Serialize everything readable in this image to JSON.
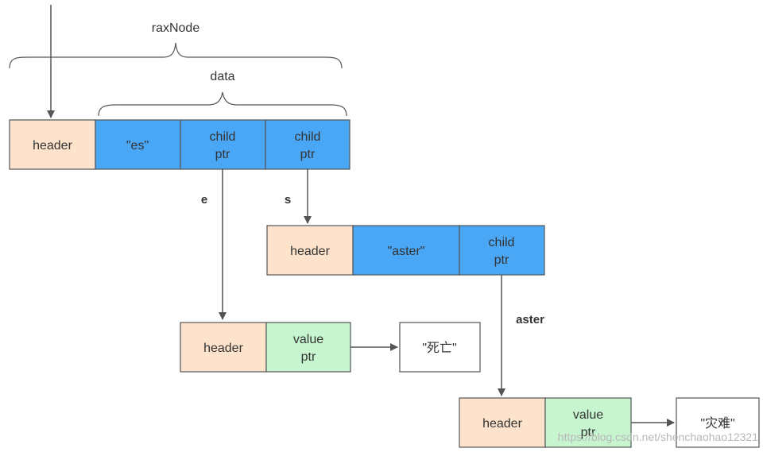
{
  "labels": {
    "raxnode": "raxNode",
    "data": "data"
  },
  "root_node": {
    "header": "header",
    "data_key": "\"es\"",
    "child1": [
      "child",
      "ptr"
    ],
    "child2": [
      "child",
      "ptr"
    ]
  },
  "edges": {
    "e": "e",
    "s": "s",
    "aster": "aster"
  },
  "aster_node": {
    "header": "header",
    "data_key": "\"aster\"",
    "child": [
      "child",
      "ptr"
    ]
  },
  "e_leaf": {
    "header": "header",
    "value": [
      "value",
      "ptr"
    ],
    "target": "\"死亡\""
  },
  "aster_leaf": {
    "header": "header",
    "value": [
      "value",
      "ptr"
    ],
    "target": "\"灾难\""
  },
  "watermark": "https://blog.csdn.net/shenchaohao12321",
  "colors": {
    "header_fill": "#FDE3CC",
    "data_fill": "#4AA7F6",
    "value_fill": "#C7F5CF",
    "target_fill": "#FFFFFF",
    "stroke": "#555555"
  }
}
